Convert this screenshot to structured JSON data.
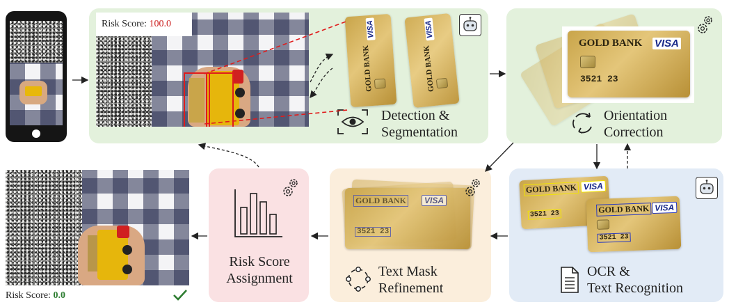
{
  "stages": {
    "detection": {
      "line1": "Detection &",
      "line2": "Segmentation"
    },
    "orientation": {
      "line1": "Orientation",
      "line2": "Correction"
    },
    "ocr": {
      "line1": "OCR &",
      "line2": "Text Recognition"
    },
    "refinement": {
      "line1": "Text Mask",
      "line2": "Refinement"
    },
    "risk": {
      "line1": "Risk Score",
      "line2": "Assignment"
    }
  },
  "risk_input": {
    "label": "Risk Score:",
    "value": "100.0",
    "color": "#cc1f1f"
  },
  "risk_output": {
    "label": "Risk Score:",
    "value": "0.0",
    "color": "#2e7d32"
  },
  "card": {
    "bank": "GOLD BANK",
    "brand": "VISA",
    "number": "3521 23"
  },
  "icons": [
    "phone-icon",
    "eye-scan-icon",
    "rotate-icon",
    "document-icon",
    "mask-refine-icon",
    "bar-chart-icon",
    "gear-icon",
    "robot-icon",
    "checkmark-icon"
  ],
  "colors": {
    "green_panel": "#e3f1dc",
    "pink_panel": "#fae1e3",
    "peach_panel": "#fbeedc",
    "blue_panel": "#e2ebf6",
    "detection_red": "#e01c1c"
  }
}
